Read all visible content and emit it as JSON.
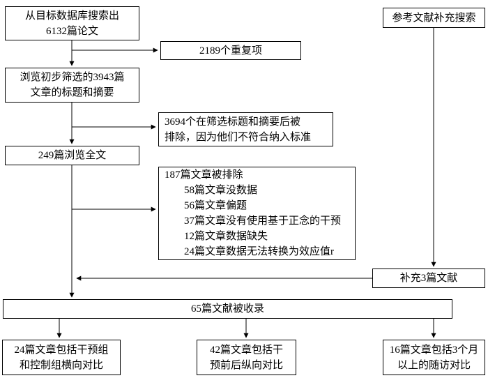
{
  "colors": {
    "border": "#000000",
    "background": "#ffffff",
    "text": "#000000"
  },
  "boxes": {
    "search_db": [
      "从目标数据库搜索出",
      "6132篇论文"
    ],
    "ref_search": "参考文献补充搜索",
    "duplicates": "2189个重复项",
    "title_abstract": [
      "浏览初步筛选的3943篇",
      "文章的标题和摘要"
    ],
    "excluded_screening": [
      "3694个在筛选标题和摘要后被",
      "排除，因为他们不符合纳入标准"
    ],
    "fulltext": "249篇浏览全文",
    "excluded_fulltext": {
      "title": "187篇文章被排除",
      "items": [
        "58篇文章没数据",
        "56篇文章偏题",
        "37篇文章没有使用基于正念的干预",
        "12篇文章数据缺失",
        "24篇文章数据无法转换为效应值r"
      ]
    },
    "supplement": "补充3篇文献",
    "included": "65篇文献被收录",
    "comparison_horizontal": [
      "24篇文章包括干预组",
      "和控制组横向对比"
    ],
    "comparison_longitudinal": [
      "42篇文章包括干",
      "预前后纵向对比"
    ],
    "comparison_followup": [
      "16篇文章包括3个月",
      "以上的随访对比"
    ]
  }
}
